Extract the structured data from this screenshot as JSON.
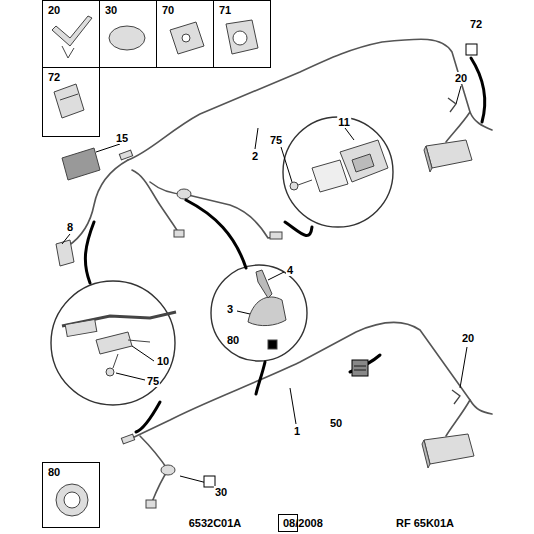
{
  "diagram": {
    "nodes": [
      {
        "text": [
          "20"
        ]
      },
      {
        "text": [
          "30"
        ]
      },
      {
        "text": [
          "70"
        ]
      },
      {
        "text": [
          "71"
        ]
      },
      {
        "text": [
          "72"
        ]
      },
      {
        "text": [
          "80"
        ]
      },
      {
        "text": [
          "08/2008"
        ]
      }
    ],
    "labels": [
      "72",
      "20",
      "2",
      "11",
      "75",
      "15",
      "8",
      "4",
      "3",
      "80",
      "10",
      "75",
      "1",
      "20",
      "50",
      "30",
      "6532C01A",
      "RF 65K01A"
    ]
  }
}
